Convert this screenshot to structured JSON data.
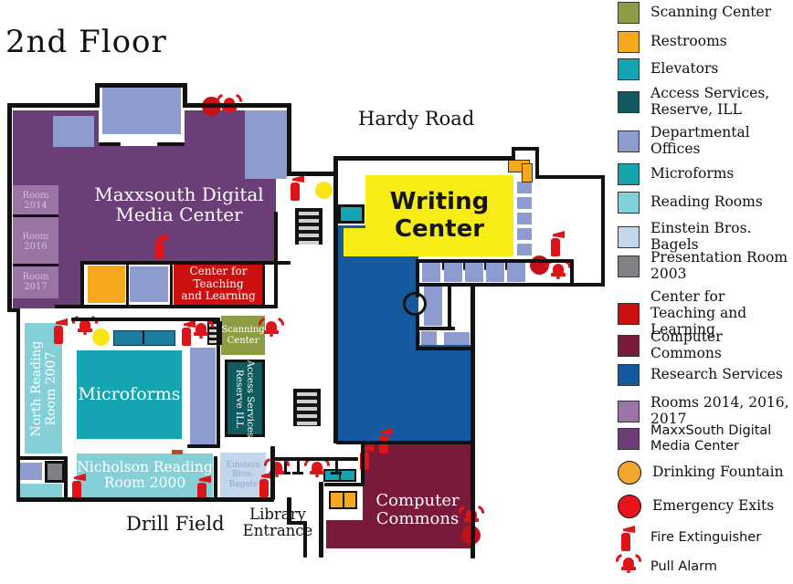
{
  "title": "2nd Floor",
  "map": {
    "streets": {
      "hardy_road": "Hardy Road",
      "drill_field": "Drill Field",
      "library_entrance": "Library\nEntrance"
    },
    "rooms": {
      "maxxsouth": "Maxxsouth Digital\nMedia Center",
      "writing_center": "Writing\nCenter",
      "microforms": "Microforms",
      "north_reading": "North Reading\nRoom 2007",
      "nicholson": "Nicholson Reading\nRoom 2000",
      "ctl": "Center for\nTeaching\nand Learning",
      "scanning": "Scanning\nCenter",
      "access": "Access Services\nReserve ILL",
      "computer_commons": "Computer\nCommons",
      "einstein": "Einstein\nBros.\nBagels",
      "room_2014": "Room\n2014",
      "room_2016": "Room\n2016",
      "room_2017": "Room\n2017"
    }
  },
  "colors": {
    "purple": "#6b3e77",
    "lightpurple": "#9a74a4",
    "periwinkle": "#8e9bce",
    "orange": "#f6a81c",
    "teal": "#14a4b2",
    "tableteal": "#1b7da0",
    "darkteal": "#0f5b60",
    "lightteal": "#85d0d6",
    "einstein": "#c3d6ea",
    "gray": "#7f7f84",
    "red": "#cc1010",
    "maroon": "#7a1a3a",
    "blue": "#15599f",
    "yellow": "#f7ec13",
    "olive": "#8e9c44",
    "white": "#ffffff",
    "marker": "#c2481d",
    "fountain_yellow": "#f7e515",
    "alarm_red": "#df1418",
    "exit_red": "#c41019"
  },
  "legend": {
    "items": [
      {
        "label": "Scanning Center",
        "color": "#8e9c44",
        "shape": "square",
        "font": "serif"
      },
      {
        "label": "Restrooms",
        "color": "#f6a81c",
        "shape": "square",
        "font": "serif"
      },
      {
        "label": "Elevators",
        "color": "#13a5b5",
        "shape": "square",
        "font": "serif"
      },
      {
        "label": "Access Services,\nReserve, ILL",
        "color": "#0f5b60",
        "shape": "square",
        "font": "serif"
      },
      {
        "label": "Departmental Offices",
        "color": "#8e9bce",
        "shape": "square",
        "font": "serif"
      },
      {
        "label": "Microforms",
        "color": "#16a3ad",
        "shape": "square",
        "font": "serif"
      },
      {
        "label": "Reading Rooms",
        "color": "#82d0d8",
        "shape": "square",
        "font": "serif"
      },
      {
        "label": "Einstein Bros. Bagels",
        "color": "#c3d6ea",
        "shape": "square",
        "font": "serif"
      },
      {
        "label": "Presentation Room\n2003",
        "color": "#808086",
        "shape": "square",
        "font": "serif"
      },
      {
        "label": "Center for\nTeaching and Learning",
        "color": "#cc0f0f",
        "shape": "square",
        "font": "serif"
      },
      {
        "label": "Computer Commons",
        "color": "#7a1a3a",
        "shape": "square",
        "font": "serif"
      },
      {
        "label": "Research Services",
        "color": "#15599f",
        "shape": "square",
        "font": "serif"
      },
      {
        "label": "Rooms 2014, 2016, 2017",
        "color": "#9a74a4",
        "shape": "square",
        "font": "serif"
      },
      {
        "label": "MaxxSouth Digital\nMedia Center",
        "color": "#6b3e77",
        "shape": "square",
        "font": "sans"
      },
      {
        "label": "Drinking Fountain",
        "color": "#f0a92c",
        "shape": "circle",
        "font": "serif"
      },
      {
        "label": "Emergency Exits",
        "color": "#e8141c",
        "shape": "circle",
        "font": "serif"
      },
      {
        "label": "Fire Extinguisher",
        "color": "#e8141c",
        "shape": "extinguisher",
        "font": "sans"
      },
      {
        "label": "Pull Alarm",
        "color": "#e8141c",
        "shape": "bell",
        "font": "sans"
      }
    ]
  }
}
